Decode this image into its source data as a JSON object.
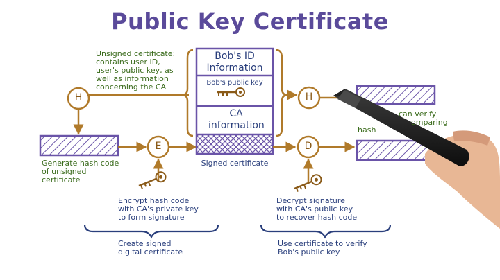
{
  "title": "Public Key Certificate",
  "certificate": {
    "id_section": "Bob's ID Information",
    "public_key_section": "Bob's public key",
    "ca_section": "CA information",
    "signed_label": "Signed certificate"
  },
  "notes": {
    "unsigned": [
      "Unsigned certificate:",
      "contains user ID,",
      "user's public key, as",
      "well as information",
      "concerning the CA"
    ],
    "generate_hash": [
      "Generate hash code",
      "of unsigned",
      "certificate"
    ],
    "encrypt": [
      "Encrypt hash code",
      "with CA's private key",
      "to form signature"
    ],
    "decrypt": [
      "Decrypt signature",
      "with CA's public key",
      "to recover hash code"
    ],
    "create_signed": [
      "Create signed",
      "digital certificate"
    ],
    "use_cert": [
      "Use certificate to verify",
      "Bob's public key"
    ],
    "verify_partial": [
      "can verify",
      "omparing",
      "hash"
    ]
  },
  "operations": {
    "hash": "H",
    "encrypt": "E",
    "decrypt": "D"
  },
  "colors": {
    "title": "#5a4a9a",
    "box": "#6a54a8",
    "hatch": "#6a54a8",
    "flow": "#b07a2a",
    "green_note": "#3a6b1c",
    "blue_note": "#2a3f7c"
  },
  "icons": [
    "key-icon",
    "pen-icon",
    "hand-icon"
  ]
}
